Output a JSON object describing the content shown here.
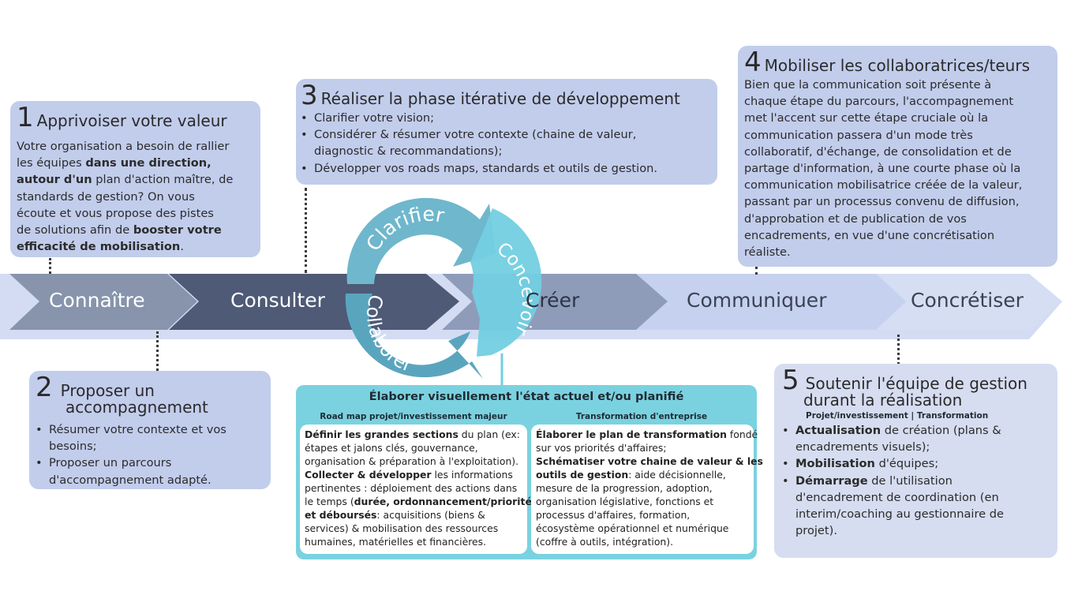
{
  "arrows": [
    {
      "label": "Connaître",
      "color": "#8794ac"
    },
    {
      "label": "Consulter",
      "color": "#4e5a76"
    },
    {
      "label": "Créer",
      "color": "#8e9cba"
    },
    {
      "label": "Communiquer",
      "color": "#c6d1ef"
    },
    {
      "label": "Concrétiser",
      "color": "#d6def4"
    }
  ],
  "cycle": {
    "segments": [
      "Clarifier",
      "Concevoir",
      "Collaborer"
    ],
    "colors": {
      "dark": "#5aa5be",
      "mid": "#6fb7cc",
      "light": "#72cfe0"
    }
  },
  "step1": {
    "number": "1",
    "title": "Apprivoiser votre valeur",
    "lines": [
      [
        {
          "t": "Votre organisation a besoin de rallier",
          "b": false
        }
      ],
      [
        {
          "t": "les équipes ",
          "b": false
        },
        {
          "t": "dans une direction,",
          "b": true
        }
      ],
      [
        {
          "t": "autour d'un",
          "b": true
        },
        {
          "t": " plan d'action maître, de",
          "b": false
        }
      ],
      [
        {
          "t": "standards de gestion? On vous",
          "b": false
        }
      ],
      [
        {
          "t": "écoute et vous propose des pistes",
          "b": false
        }
      ],
      [
        {
          "t": "de solutions afin de ",
          "b": false
        },
        {
          "t": "booster votre",
          "b": true
        }
      ],
      [
        {
          "t": "efficacité de mobilisation",
          "b": true
        },
        {
          "t": ".",
          "b": false
        }
      ]
    ]
  },
  "step2": {
    "number": "2",
    "title_line1": "Proposer un",
    "title_line2": "accompagnement",
    "bullets": [
      [
        "Résumer votre contexte et vos",
        "besoins;"
      ],
      [
        "Proposer un parcours",
        "d'accompagnement adapté."
      ]
    ]
  },
  "step3": {
    "number": "3",
    "title": "Réaliser la phase itérative de développement",
    "bullets": [
      [
        "Clarifier votre vision;"
      ],
      [
        "Considérer & résumer votre contexte (chaine de valeur,",
        "diagnostic & recommandations);"
      ],
      [
        "Développer vos roads maps, standards et outils de gestion."
      ]
    ]
  },
  "step4": {
    "number": "4",
    "title": "Mobiliser les collaboratrices/teurs",
    "lines": [
      "Bien que la communication soit présente à",
      "chaque étape du parcours, l'accompagnement",
      "met l'accent sur cette étape cruciale où la",
      "communication passera d'un mode très",
      "collaboratif, d'échange, de consolidation et de",
      "partage d'information, à une courte phase où la",
      "communication mobilisatrice créée de la valeur,",
      "passant par un processus convenu de diffusion,",
      "d'approbation et de publication de vos",
      "encadrements, en vue d'une concrétisation",
      "réaliste."
    ]
  },
  "step5": {
    "number": "5",
    "title_line1": "Soutenir l'équipe de gestion",
    "title_line2": "durant la réalisation",
    "subtitle": "Projet/investissement | Transformation",
    "bullets": [
      [
        [
          {
            "t": "Actualisation",
            "b": true
          },
          {
            "t": " de création (plans &",
            "b": false
          }
        ],
        [
          {
            "t": "encadrements visuels);",
            "b": false
          }
        ]
      ],
      [
        [
          {
            "t": "Mobilisation",
            "b": true
          },
          {
            "t": " d'équipes;",
            "b": false
          }
        ]
      ],
      [
        [
          {
            "t": "Démarrage",
            "b": true
          },
          {
            "t": " de l'utilisation",
            "b": false
          }
        ],
        [
          {
            "t": "d'encadrement de coordination (en",
            "b": false
          }
        ],
        [
          {
            "t": "interim/coaching au gestionnaire de",
            "b": false
          }
        ],
        [
          {
            "t": "projet).",
            "b": false
          }
        ]
      ]
    ]
  },
  "center_panel": {
    "title": "Élaborer visuellement l'état actuel et/ou planifié",
    "left_heading": "Road map projet/investissement majeur",
    "right_heading": "Transformation d'entreprise",
    "left_lines": [
      [
        {
          "t": "Définir les grandes sections",
          "b": true
        },
        {
          "t": " du plan (ex:",
          "b": false
        }
      ],
      [
        {
          "t": "étapes et jalons clés, gouvernance,",
          "b": false
        }
      ],
      [
        {
          "t": "organisation & préparation à l'exploitation).",
          "b": false
        }
      ],
      [
        {
          "t": "Collecter & développer",
          "b": true
        },
        {
          "t": " les informations",
          "b": false
        }
      ],
      [
        {
          "t": "pertinentes : déploiement des actions dans",
          "b": false
        }
      ],
      [
        {
          "t": "le temps (",
          "b": false
        },
        {
          "t": "durée, ordonnancement/priorité",
          "b": true
        }
      ],
      [
        {
          "t": "et déboursés",
          "b": true
        },
        {
          "t": ":  acquisitions (biens &",
          "b": false
        }
      ],
      [
        {
          "t": "services) & mobilisation des ressources",
          "b": false
        }
      ],
      [
        {
          "t": "humaines, matérielles et financières.",
          "b": false
        }
      ]
    ],
    "right_lines": [
      [
        {
          "t": "Élaborer le plan de transformation",
          "b": true
        },
        {
          "t": " fondé",
          "b": false
        }
      ],
      [
        {
          "t": "sur vos priorités d'affaires;",
          "b": false
        }
      ],
      [
        {
          "t": "Schématiser votre chaine de valeur & les",
          "b": true
        }
      ],
      [
        {
          "t": "outils de gestion",
          "b": true
        },
        {
          "t": ": aide décisionnelle,",
          "b": false
        }
      ],
      [
        {
          "t": "mesure de la progression, adoption,",
          "b": false
        }
      ],
      [
        {
          "t": "organisation législative, fonctions et",
          "b": false
        }
      ],
      [
        {
          "t": "processus d'affaires, formation,",
          "b": false
        }
      ],
      [
        {
          "t": "écosystème opérationnel et numérique",
          "b": false
        }
      ],
      [
        {
          "t": "(coffre à outils, intégration).",
          "b": false
        }
      ]
    ]
  }
}
